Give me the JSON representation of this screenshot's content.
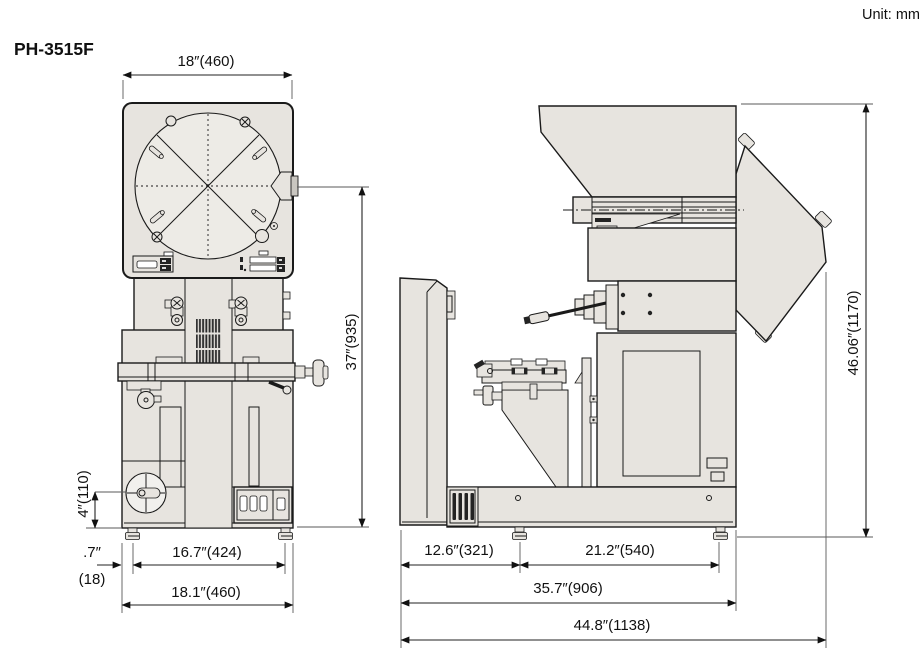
{
  "page": {
    "model": "PH-3515F",
    "unit_note": "Unit: mm"
  },
  "colors": {
    "body_fill": "#e7e4df",
    "screen_fill": "#edebe6",
    "knob_fill": "#f1f0ed",
    "handle_fill": "#c9c6c0",
    "line": "#1a1a1a",
    "dim_line": "#222222",
    "ext_line": "#5a5a5a",
    "text": "#111111"
  },
  "front_view": {
    "name": "front view",
    "dimensions": {
      "head_width": "18″(460)",
      "height_to_screen_center": "37″(935)",
      "handwheel_height": "4″(110)",
      "foot_inset_inch": ".7″",
      "foot_inset_mm": "(18)",
      "foot_spacing": "16.7″(424)",
      "base_width": "18.1″(460)"
    }
  },
  "side_view": {
    "name": "side view",
    "dimensions": {
      "overall_height": "46.06″(1170)",
      "column_depth": "12.6″(321)",
      "foot_spacing": "21.2″(540)",
      "base_depth": "35.7″(906)",
      "overall_depth": "44.8″(1138)"
    }
  }
}
